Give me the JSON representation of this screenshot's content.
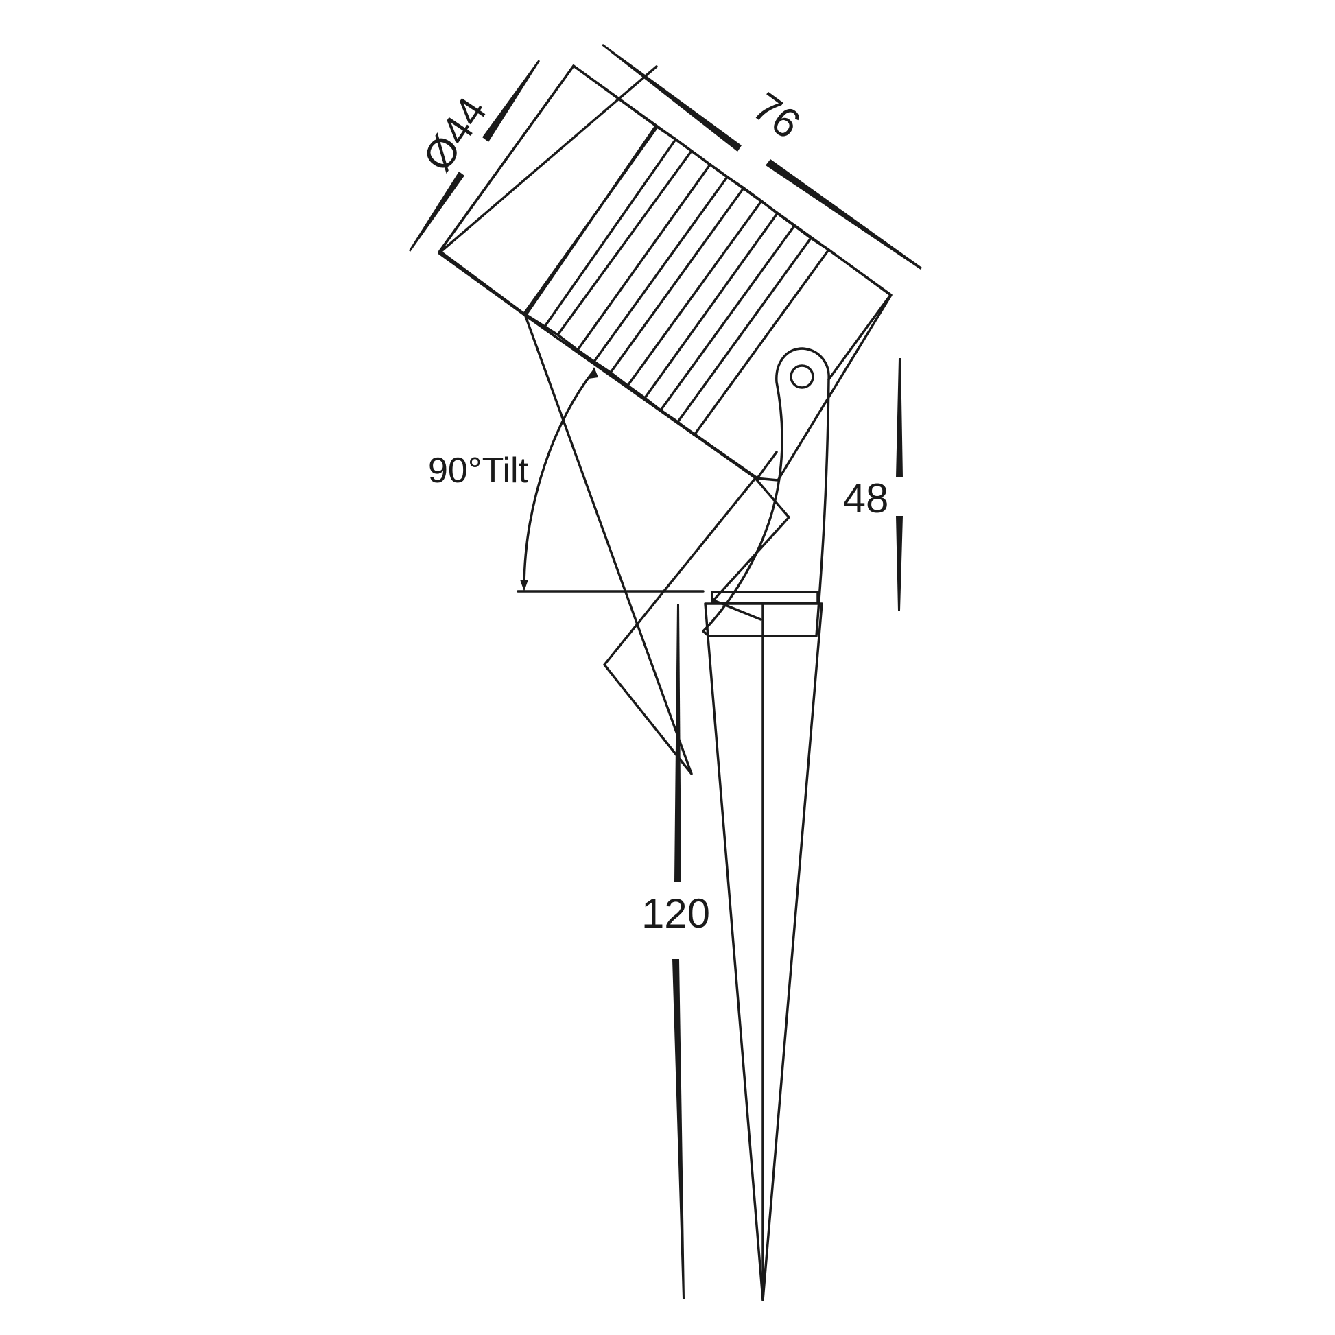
{
  "drawing": {
    "dimensions": {
      "diameter": "Ø44",
      "length": "76",
      "bracket_height": "48",
      "spike_length": "120",
      "tilt": "90°Tilt"
    },
    "line_color": "#1a1a1a",
    "background": "#ffffff"
  }
}
